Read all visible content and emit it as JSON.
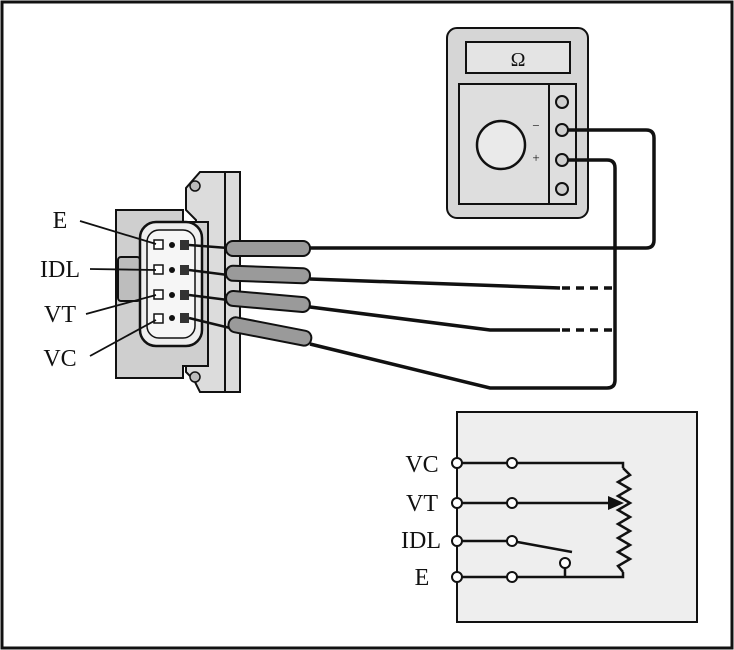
{
  "connector": {
    "pin_labels": [
      "E",
      "IDL",
      "VT",
      "VC"
    ]
  },
  "meter": {
    "display_symbol": "Ω",
    "minus_symbol": "−",
    "plus_symbol": "+"
  },
  "schematic": {
    "terminal_labels": [
      "VC",
      "VT",
      "IDL",
      "E"
    ]
  },
  "colors": {
    "line": "#111111",
    "panel_fill": "#eeeeee",
    "meter_body": "#d6d6d6",
    "sleeve": "#9a9a9a"
  }
}
